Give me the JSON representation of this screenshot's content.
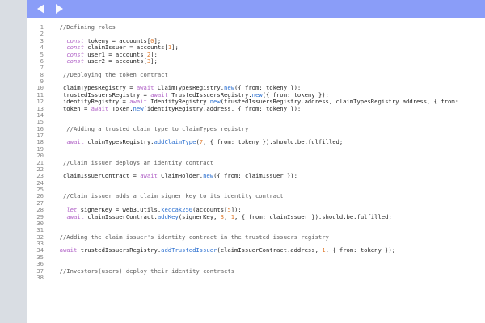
{
  "toolbar": {
    "back_icon": "chevron-left-icon",
    "forward_icon": "chevron-right-icon"
  },
  "colors": {
    "toolbar": "#8a9df8",
    "keyword": "#b163c7",
    "number": "#e07a2c",
    "function": "#2a6fd0",
    "comment": "#5c5c5c"
  },
  "code_lines": [
    {
      "n": "1",
      "segs": [
        {
          "t": "  //Defining roles",
          "c": "comment"
        }
      ]
    },
    {
      "n": "2",
      "segs": []
    },
    {
      "n": "3",
      "segs": [
        {
          "t": "    ",
          "c": "plain"
        },
        {
          "t": "const",
          "c": "kw"
        },
        {
          "t": " tokeny = accounts[",
          "c": "plain"
        },
        {
          "t": "0",
          "c": "num"
        },
        {
          "t": "];",
          "c": "plain"
        }
      ]
    },
    {
      "n": "4",
      "segs": [
        {
          "t": "    ",
          "c": "plain"
        },
        {
          "t": "const",
          "c": "kw"
        },
        {
          "t": " claimIssuer = accounts[",
          "c": "plain"
        },
        {
          "t": "1",
          "c": "num"
        },
        {
          "t": "];",
          "c": "plain"
        }
      ]
    },
    {
      "n": "5",
      "segs": [
        {
          "t": "    ",
          "c": "plain"
        },
        {
          "t": "const",
          "c": "kw"
        },
        {
          "t": " user1 = accounts[",
          "c": "plain"
        },
        {
          "t": "2",
          "c": "num"
        },
        {
          "t": "];",
          "c": "plain"
        }
      ]
    },
    {
      "n": "6",
      "segs": [
        {
          "t": "    ",
          "c": "plain"
        },
        {
          "t": "const",
          "c": "kw"
        },
        {
          "t": " user2 = accounts[",
          "c": "plain"
        },
        {
          "t": "3",
          "c": "num"
        },
        {
          "t": "];",
          "c": "plain"
        }
      ]
    },
    {
      "n": "7",
      "segs": []
    },
    {
      "n": "8",
      "segs": [
        {
          "t": "   //Deploying the token contract",
          "c": "comment"
        }
      ]
    },
    {
      "n": "9",
      "segs": []
    },
    {
      "n": "10",
      "segs": [
        {
          "t": "   claimTypesRegistry = ",
          "c": "plain"
        },
        {
          "t": "await",
          "c": "await"
        },
        {
          "t": " ClaimTypesRegistry.",
          "c": "plain"
        },
        {
          "t": "new",
          "c": "fn"
        },
        {
          "t": "({ from: tokeny });",
          "c": "plain"
        }
      ]
    },
    {
      "n": "11",
      "segs": [
        {
          "t": "   trustedIssuersRegistry = ",
          "c": "plain"
        },
        {
          "t": "await",
          "c": "await"
        },
        {
          "t": " TrustedIssuersRegistry.",
          "c": "plain"
        },
        {
          "t": "new",
          "c": "fn"
        },
        {
          "t": "({ from: tokeny });",
          "c": "plain"
        }
      ]
    },
    {
      "n": "12",
      "segs": [
        {
          "t": "   identityRegistry = ",
          "c": "plain"
        },
        {
          "t": "await",
          "c": "await"
        },
        {
          "t": " IdentityRegistry.",
          "c": "plain"
        },
        {
          "t": "new",
          "c": "fn"
        },
        {
          "t": "(trustedIssuersRegistry.address, claimTypesRegistry.address, { from:",
          "c": "plain"
        }
      ]
    },
    {
      "n": "13",
      "segs": [
        {
          "t": "   token = ",
          "c": "plain"
        },
        {
          "t": "await",
          "c": "await"
        },
        {
          "t": " Token.",
          "c": "plain"
        },
        {
          "t": "new",
          "c": "fn"
        },
        {
          "t": "(identityRegistry.address, { from: tokeny });",
          "c": "plain"
        }
      ]
    },
    {
      "n": "14",
      "segs": []
    },
    {
      "n": "15",
      "segs": []
    },
    {
      "n": "16",
      "segs": [
        {
          "t": "    //Adding a trusted claim type to claimTypes registry",
          "c": "comment"
        }
      ]
    },
    {
      "n": "17",
      "segs": []
    },
    {
      "n": "18",
      "segs": [
        {
          "t": "    ",
          "c": "plain"
        },
        {
          "t": "await",
          "c": "await"
        },
        {
          "t": " claimTypesRegistry.",
          "c": "plain"
        },
        {
          "t": "addClaimType",
          "c": "fn"
        },
        {
          "t": "(",
          "c": "plain"
        },
        {
          "t": "7",
          "c": "num"
        },
        {
          "t": ", { from: tokeny }).should.be.fulfilled;",
          "c": "plain"
        }
      ]
    },
    {
      "n": "19",
      "segs": []
    },
    {
      "n": "20",
      "segs": []
    },
    {
      "n": "21",
      "segs": [
        {
          "t": "   //Claim issuer deploys an identity contract",
          "c": "comment"
        }
      ]
    },
    {
      "n": "22",
      "segs": []
    },
    {
      "n": "23",
      "segs": [
        {
          "t": "   claimIssuerContract = ",
          "c": "plain"
        },
        {
          "t": "await",
          "c": "await"
        },
        {
          "t": " ClaimHolder.",
          "c": "plain"
        },
        {
          "t": "new",
          "c": "fn"
        },
        {
          "t": "({ from: claimIssuer });",
          "c": "plain"
        }
      ]
    },
    {
      "n": "24",
      "segs": []
    },
    {
      "n": "25",
      "segs": []
    },
    {
      "n": "26",
      "segs": [
        {
          "t": "   //Claim issuer adds a claim signer key to its identity contract",
          "c": "comment"
        }
      ]
    },
    {
      "n": "27",
      "segs": []
    },
    {
      "n": "28",
      "segs": [
        {
          "t": "    ",
          "c": "plain"
        },
        {
          "t": "let",
          "c": "kw"
        },
        {
          "t": " signerKey = web3.utils.",
          "c": "plain"
        },
        {
          "t": "keccak256",
          "c": "fn"
        },
        {
          "t": "(accounts[",
          "c": "plain"
        },
        {
          "t": "5",
          "c": "num"
        },
        {
          "t": "]);",
          "c": "plain"
        }
      ]
    },
    {
      "n": "29",
      "segs": [
        {
          "t": "    ",
          "c": "plain"
        },
        {
          "t": "await",
          "c": "await"
        },
        {
          "t": " claimIssuerContract.",
          "c": "plain"
        },
        {
          "t": "addKey",
          "c": "fn"
        },
        {
          "t": "(signerKey, ",
          "c": "plain"
        },
        {
          "t": "3",
          "c": "num"
        },
        {
          "t": ", ",
          "c": "plain"
        },
        {
          "t": "1",
          "c": "num"
        },
        {
          "t": ", { from: claimIssuer }).should.be.fulfilled;",
          "c": "plain"
        }
      ]
    },
    {
      "n": "30",
      "segs": []
    },
    {
      "n": "31",
      "segs": []
    },
    {
      "n": "32",
      "segs": [
        {
          "t": "  //Adding the claim issuer's identity contract in the trusted issuers registry",
          "c": "comment"
        }
      ]
    },
    {
      "n": "33",
      "segs": []
    },
    {
      "n": "34",
      "segs": [
        {
          "t": "  ",
          "c": "plain"
        },
        {
          "t": "await",
          "c": "await"
        },
        {
          "t": " trustedIssuersRegistry.",
          "c": "plain"
        },
        {
          "t": "addTrustedIssuer",
          "c": "fn"
        },
        {
          "t": "(claimIssuerContract.address, ",
          "c": "plain"
        },
        {
          "t": "1",
          "c": "num"
        },
        {
          "t": ", { from: tokeny });",
          "c": "plain"
        }
      ]
    },
    {
      "n": "35",
      "segs": []
    },
    {
      "n": "36",
      "segs": []
    },
    {
      "n": "37",
      "segs": [
        {
          "t": "  //Investors(users) deploy their identity contracts",
          "c": "comment"
        }
      ]
    },
    {
      "n": "38",
      "segs": []
    }
  ]
}
